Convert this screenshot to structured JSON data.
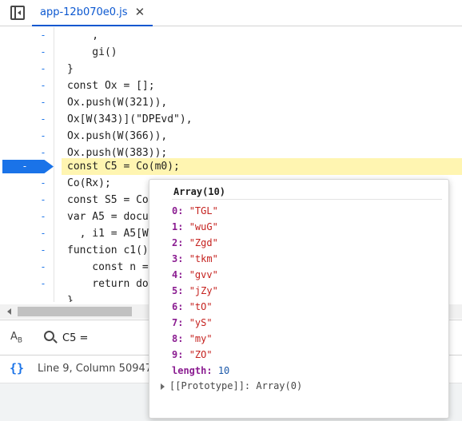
{
  "tab": {
    "title": "app-12b070e0.js",
    "close_glyph": "✕"
  },
  "editor": {
    "gutter_marker": "-",
    "breakpoint_marker": "-",
    "lines": [
      "    ,",
      "    gi()",
      "}",
      "const Ox = [];",
      "Ox.push(W(321)),",
      "Ox[W(343)](\"DPEvd\"),",
      "Ox.push(W(366)),",
      "Ox.push(W(383));",
      "const C5 = Co(m0);",
      "Co(Rx);",
      "const S5 = Co",
      "var A5 = docu",
      "  , i1 = A5[W",
      "function c1()",
      "    const n =",
      "    return do",
      "}"
    ]
  },
  "search": {
    "case_icon": "A",
    "case_icon_sub": "B",
    "value": "C5 ="
  },
  "status": {
    "braces": "{}",
    "text": "Line 9, Column 50947"
  },
  "popover": {
    "title": "Array(10)",
    "items": [
      {
        "key": "0:",
        "value": "\"TGL\""
      },
      {
        "key": "1:",
        "value": "\"wuG\""
      },
      {
        "key": "2:",
        "value": "\"Zgd\""
      },
      {
        "key": "3:",
        "value": "\"tkm\""
      },
      {
        "key": "4:",
        "value": "\"gvv\""
      },
      {
        "key": "5:",
        "value": "\"jZy\""
      },
      {
        "key": "6:",
        "value": "\"tO\""
      },
      {
        "key": "7:",
        "value": "\"yS\""
      },
      {
        "key": "8:",
        "value": "\"my\""
      },
      {
        "key": "9:",
        "value": "\"ZO\""
      }
    ],
    "length_key": "length:",
    "length_value": "10",
    "prototype_key": "[[Prototype]]:",
    "prototype_value": "Array(0)"
  },
  "colors": {
    "accent": "#1a73e8",
    "highlight_line": "#fff5b1",
    "string": "#c5221f",
    "property_key": "#8b1d91"
  }
}
